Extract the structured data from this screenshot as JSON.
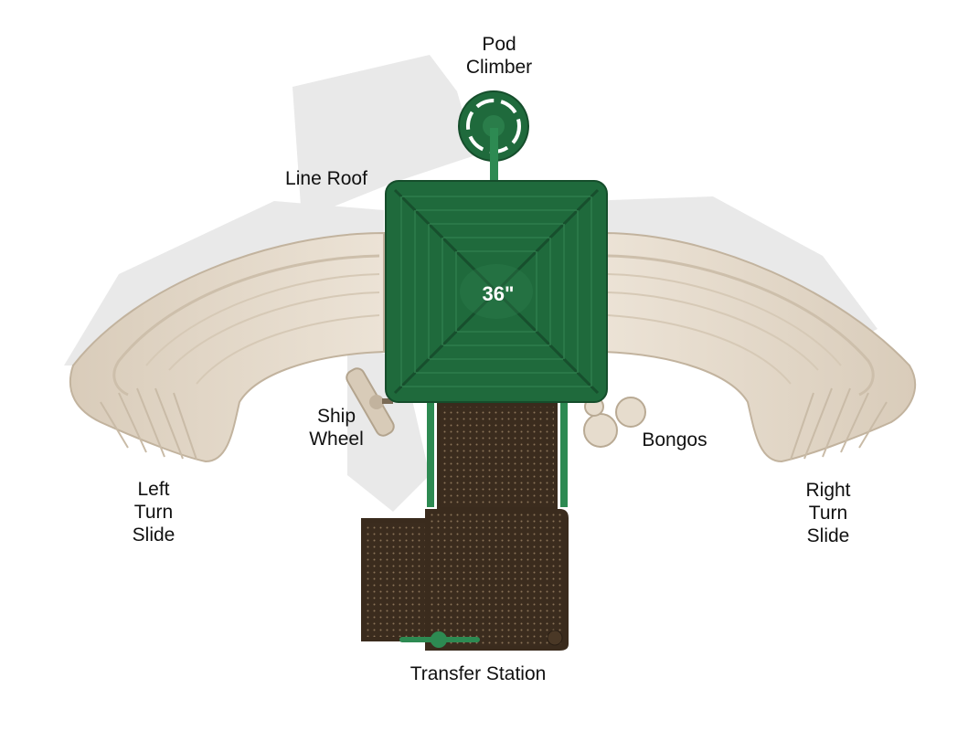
{
  "labels": {
    "pod_climber": "Pod\nClimber",
    "line_roof": "Line Roof",
    "roof_height": "36\"",
    "ship_wheel": "Ship\nWheel",
    "bongos": "Bongos",
    "left_turn_slide": "Left\nTurn\nSlide",
    "right_turn_slide": "Right\nTurn\nSlide",
    "transfer_station": "Transfer Station"
  },
  "colors": {
    "roof_green": "#1f6a3c",
    "roof_green_dark": "#154d2b",
    "slide_tan": "#e3d7c6",
    "slide_tan_dark": "#cbbda9",
    "deck_brown": "#3a2b1d",
    "deck_brown_light": "#4a3826",
    "shadow": "#e8e8e8"
  }
}
